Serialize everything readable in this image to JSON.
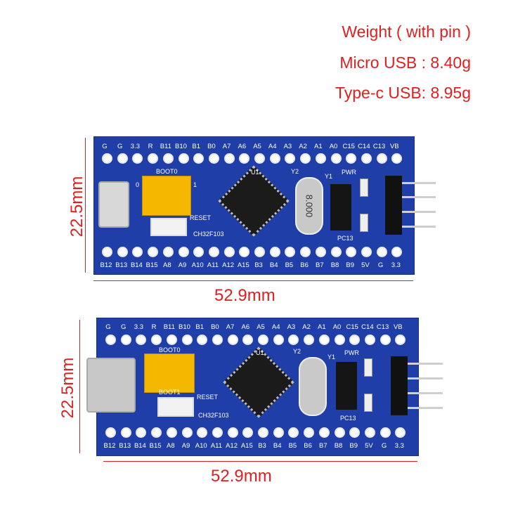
{
  "weight": {
    "line1": "Weight ( with pin )",
    "line2": "Micro USB : 8.40g",
    "line3": "Type-c USB: 8.95g"
  },
  "boards": [
    {
      "dim_height": "22.5mm",
      "dim_width": "52.9mm"
    },
    {
      "dim_height": "22.5mm",
      "dim_width": "52.9mm"
    }
  ],
  "top_pins": [
    "G",
    "G",
    "3.3",
    "R",
    "B11",
    "B10",
    "B1",
    "B0",
    "A7",
    "A6",
    "A5",
    "A4",
    "A3",
    "A2",
    "A1",
    "A0",
    "C15",
    "C14",
    "C13",
    "VB"
  ],
  "bottom_pins": [
    "B12",
    "B13",
    "B14",
    "B15",
    "A8",
    "A9",
    "A10",
    "A11",
    "A12",
    "A15",
    "B3",
    "B4",
    "B5",
    "B6",
    "B7",
    "B8",
    "B9",
    "5V",
    "G",
    "3.3"
  ],
  "silk": {
    "boot0": "BOOT0",
    "boot1": "BOOT1",
    "reset": "RESET",
    "mcu": "CH32F103",
    "y2": "Y2",
    "y1": "Y1",
    "pwr": "PWR",
    "pc13": "PC13",
    "crystal": "8.000",
    "u1": "U1",
    "zero": "0",
    "one": "1"
  },
  "colors": {
    "accent": "#e02020",
    "pcb": "#1f3ea8"
  }
}
